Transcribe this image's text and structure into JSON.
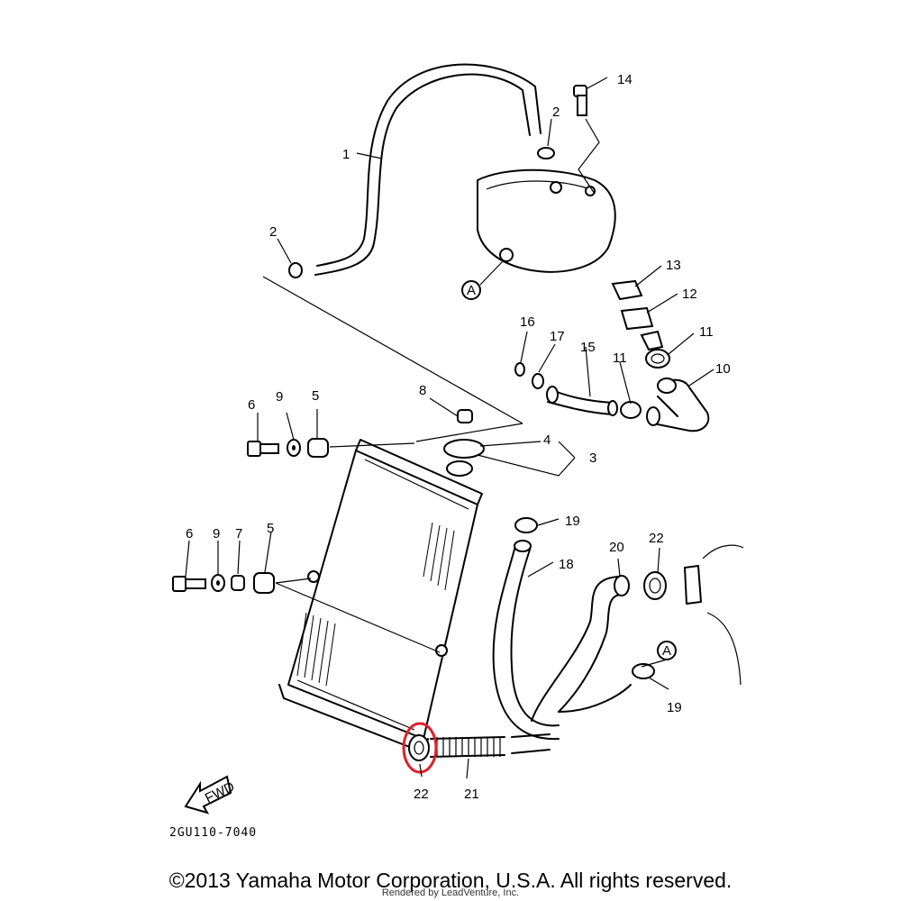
{
  "diagram": {
    "ref_code": "2GU110-7040",
    "fwd_label": "FWD",
    "reference_marker": "A",
    "callouts": [
      {
        "id": "c1",
        "label": "1"
      },
      {
        "id": "c2a",
        "label": "2"
      },
      {
        "id": "c2b",
        "label": "2"
      },
      {
        "id": "c3",
        "label": "3"
      },
      {
        "id": "c4",
        "label": "4"
      },
      {
        "id": "c5a",
        "label": "5"
      },
      {
        "id": "c5b",
        "label": "5"
      },
      {
        "id": "c6a",
        "label": "6"
      },
      {
        "id": "c6b",
        "label": "6"
      },
      {
        "id": "c7",
        "label": "7"
      },
      {
        "id": "c8",
        "label": "8"
      },
      {
        "id": "c9a",
        "label": "9"
      },
      {
        "id": "c9b",
        "label": "9"
      },
      {
        "id": "c10",
        "label": "10"
      },
      {
        "id": "c11a",
        "label": "11"
      },
      {
        "id": "c11b",
        "label": "11"
      },
      {
        "id": "c12",
        "label": "12"
      },
      {
        "id": "c13",
        "label": "13"
      },
      {
        "id": "c14",
        "label": "14"
      },
      {
        "id": "c15",
        "label": "15"
      },
      {
        "id": "c16",
        "label": "16"
      },
      {
        "id": "c17",
        "label": "17"
      },
      {
        "id": "c18",
        "label": "18"
      },
      {
        "id": "c19a",
        "label": "19"
      },
      {
        "id": "c19b",
        "label": "19"
      },
      {
        "id": "c20",
        "label": "20"
      },
      {
        "id": "c21",
        "label": "21"
      },
      {
        "id": "c22a",
        "label": "22"
      },
      {
        "id": "c22b",
        "label": "22"
      }
    ],
    "highlight_color": "#e0202a"
  },
  "footer": {
    "copyright": "©2013 Yamaha Motor Corporation, U.S.A. All rights reserved.",
    "render_credit": "Rendered by LeadVenture, Inc."
  }
}
